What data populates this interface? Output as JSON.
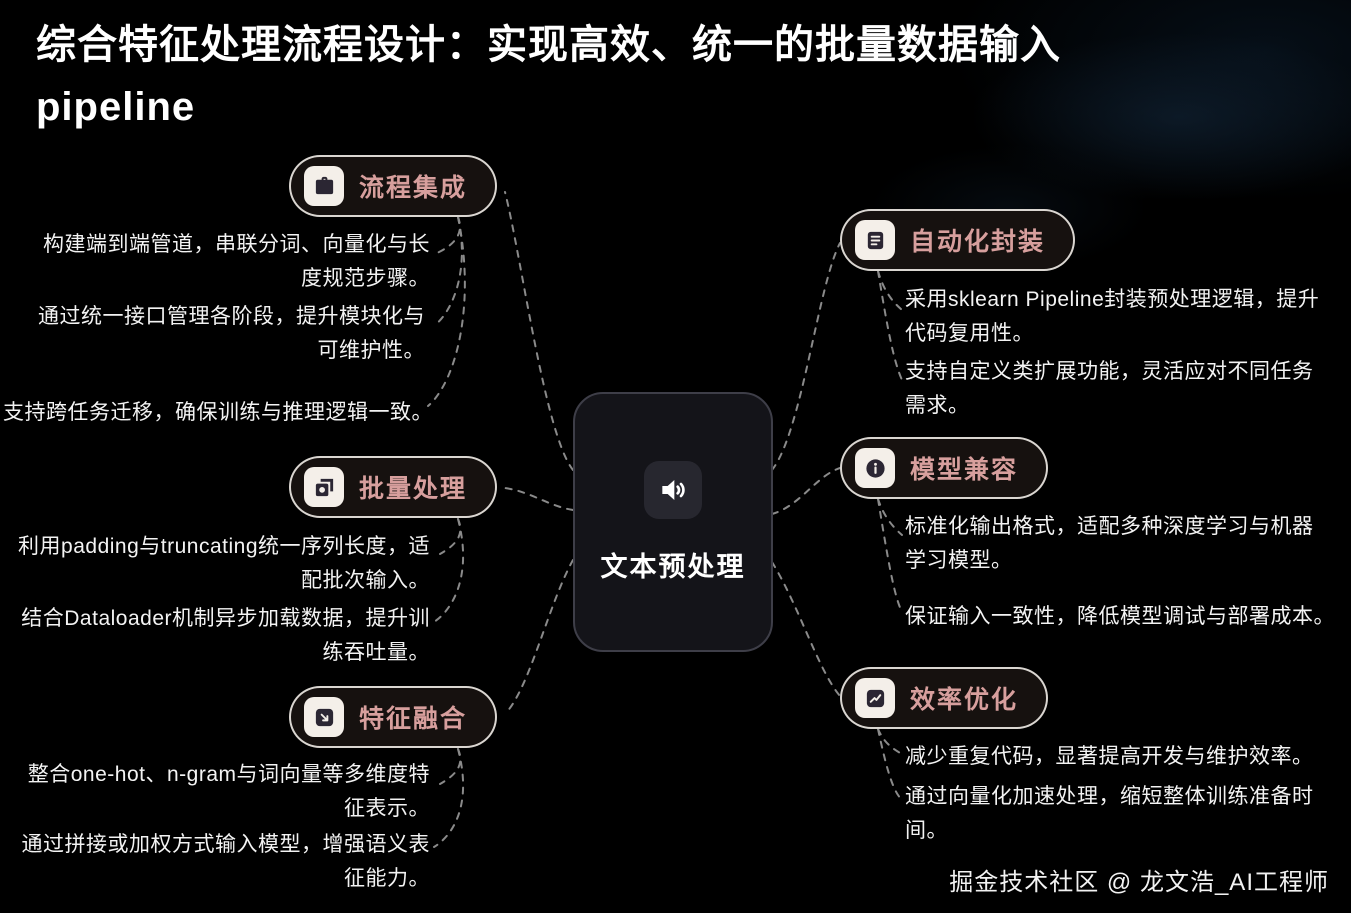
{
  "title": {
    "line1": "综合特征处理流程设计：实现高效、统一的批量数据输入",
    "line2": "pipeline"
  },
  "center": {
    "label": "文本预处理",
    "icon": "speaker-icon"
  },
  "branches": [
    {
      "side": "left",
      "label": "流程集成",
      "icon": "briefcase-icon",
      "items": [
        "构建端到端管道，串联分词、向量化与长度规范步骤。",
        "通过统一接口管理各阶段，提升模块化与可维护性。",
        "支持跨任务迁移，确保训练与推理逻辑一致。"
      ]
    },
    {
      "side": "left",
      "label": "批量处理",
      "icon": "batch-icon",
      "items": [
        "利用padding与truncating统一序列长度，适配批次输入。",
        "结合Dataloader机制异步加载数据，提升训练吞吐量。"
      ]
    },
    {
      "side": "left",
      "label": "特征融合",
      "icon": "merge-arrow-icon",
      "items": [
        "整合one-hot、n-gram与词向量等多维度特征表示。",
        "通过拼接或加权方式输入模型，增强语义表征能力。"
      ]
    },
    {
      "side": "right",
      "label": "自动化封装",
      "icon": "package-card-icon",
      "items": [
        "采用sklearn Pipeline封装预处理逻辑，提升代码复用性。",
        "支持自定义类扩展功能，灵活应对不同任务需求。"
      ]
    },
    {
      "side": "right",
      "label": "模型兼容",
      "icon": "info-icon",
      "items": [
        "标准化输出格式，适配多种深度学习与机器学习模型。",
        "保证输入一致性，降低模型调试与部署成本。"
      ]
    },
    {
      "side": "right",
      "label": "效率优化",
      "icon": "gauge-icon",
      "items": [
        "减少重复代码，显著提高开发与维护效率。",
        "通过向量化加速处理，缩短整体训练准备时间。"
      ]
    }
  ],
  "watermark": "掘金技术社区 @ 龙文浩_AI工程师",
  "colors": {
    "background": "#000000",
    "node_label_pink": "#d79f9d",
    "pill_border": "#ece7e2",
    "body_text": "#f3f3f3",
    "connector": "#8a8a8a"
  }
}
